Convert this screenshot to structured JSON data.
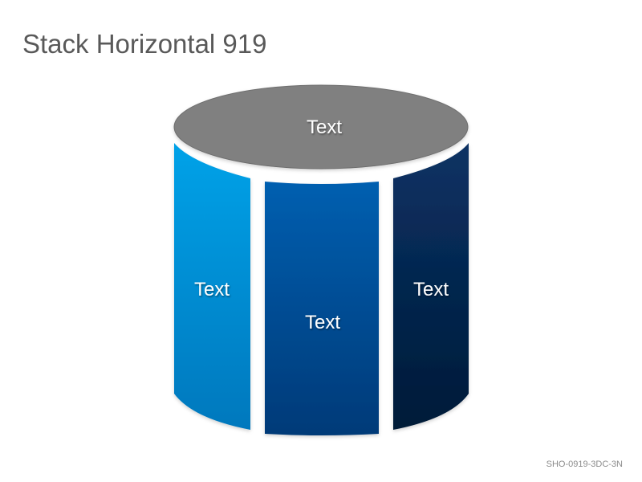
{
  "slide": {
    "title": "Stack Horizontal 919",
    "footer_code": "SHO-0919-3DC-3N"
  },
  "diagram": {
    "top_label": "Text",
    "segments": [
      {
        "label": "Text"
      },
      {
        "label": "Text"
      },
      {
        "label": "Text"
      }
    ]
  },
  "colors": {
    "title": "#595959",
    "lid": "#808080",
    "segment_left_top": "#00a2e8",
    "segment_left_bottom": "#0078bd",
    "segment_middle_top": "#005fb0",
    "segment_middle_bottom": "#003a78",
    "segment_right_top": "#0a3264",
    "segment_right_bottom": "#001a38"
  }
}
